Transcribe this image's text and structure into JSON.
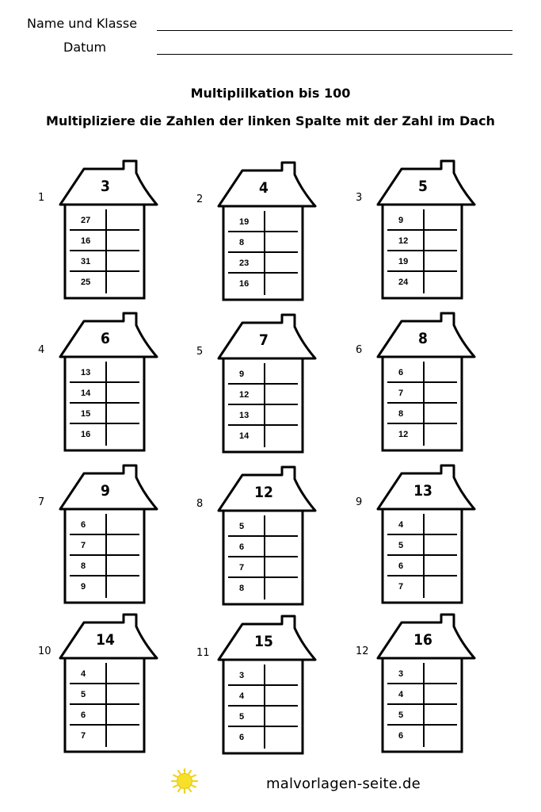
{
  "header": {
    "name_label": "Name und Klasse",
    "date_label": "Datum"
  },
  "titles": {
    "line1": "Multiplilkation bis 100",
    "line2": "Multipliziere die Zahlen der linken Spalte mit der Zahl im Dach"
  },
  "houses": [
    {
      "index": "1",
      "multiplier": "3",
      "factors": [
        "27",
        "16",
        "31",
        "25"
      ]
    },
    {
      "index": "2",
      "multiplier": "4",
      "factors": [
        "19",
        "8",
        "23",
        "16"
      ]
    },
    {
      "index": "3",
      "multiplier": "5",
      "factors": [
        "9",
        "12",
        "19",
        "24"
      ]
    },
    {
      "index": "4",
      "multiplier": "6",
      "factors": [
        "13",
        "14",
        "15",
        "16"
      ]
    },
    {
      "index": "5",
      "multiplier": "7",
      "factors": [
        "9",
        "12",
        "13",
        "14"
      ]
    },
    {
      "index": "6",
      "multiplier": "8",
      "factors": [
        "6",
        "7",
        "8",
        "12"
      ]
    },
    {
      "index": "7",
      "multiplier": "9",
      "factors": [
        "6",
        "7",
        "8",
        "9"
      ]
    },
    {
      "index": "8",
      "multiplier": "12",
      "factors": [
        "5",
        "6",
        "7",
        "8"
      ]
    },
    {
      "index": "9",
      "multiplier": "13",
      "factors": [
        "4",
        "5",
        "6",
        "7"
      ]
    },
    {
      "index": "10",
      "multiplier": "14",
      "factors": [
        "4",
        "5",
        "6",
        "7"
      ]
    },
    {
      "index": "11",
      "multiplier": "15",
      "factors": [
        "3",
        "4",
        "5",
        "6"
      ]
    },
    {
      "index": "12",
      "multiplier": "16",
      "factors": [
        "3",
        "4",
        "5",
        "6"
      ]
    }
  ],
  "footer": {
    "site": "malvorlagen-seite.de",
    "logo_icon": "sun-icon",
    "logo_color": "#f7e02a"
  }
}
